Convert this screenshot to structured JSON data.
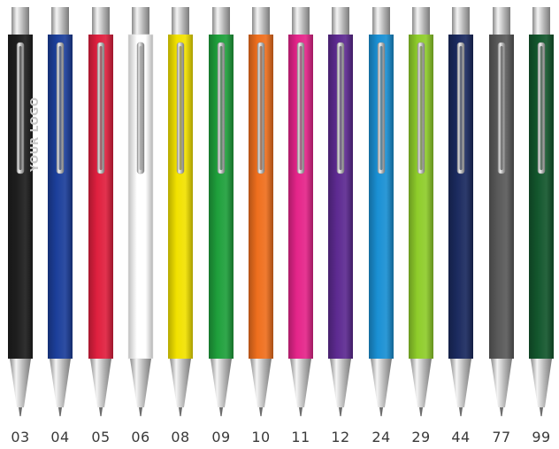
{
  "logo_text": "YOUR LOGO",
  "pens": [
    {
      "code": "03",
      "color": "#1e1e1e",
      "name": "black"
    },
    {
      "code": "04",
      "color": "#1c3f9b",
      "name": "blue"
    },
    {
      "code": "05",
      "color": "#e0203f",
      "name": "red"
    },
    {
      "code": "06",
      "color": "#ffffff",
      "name": "white"
    },
    {
      "code": "08",
      "color": "#f2e200",
      "name": "yellow"
    },
    {
      "code": "09",
      "color": "#1fa03c",
      "name": "green"
    },
    {
      "code": "10",
      "color": "#ef6f1e",
      "name": "orange"
    },
    {
      "code": "11",
      "color": "#e5258a",
      "name": "pink"
    },
    {
      "code": "12",
      "color": "#5d2a91",
      "name": "purple"
    },
    {
      "code": "24",
      "color": "#1a90d4",
      "name": "light-blue"
    },
    {
      "code": "29",
      "color": "#8fcd2b",
      "name": "lime"
    },
    {
      "code": "44",
      "color": "#1b2a5f",
      "name": "navy"
    },
    {
      "code": "77",
      "color": "#5a5a5a",
      "name": "grey"
    },
    {
      "code": "99",
      "color": "#13572d",
      "name": "dark-green"
    }
  ]
}
